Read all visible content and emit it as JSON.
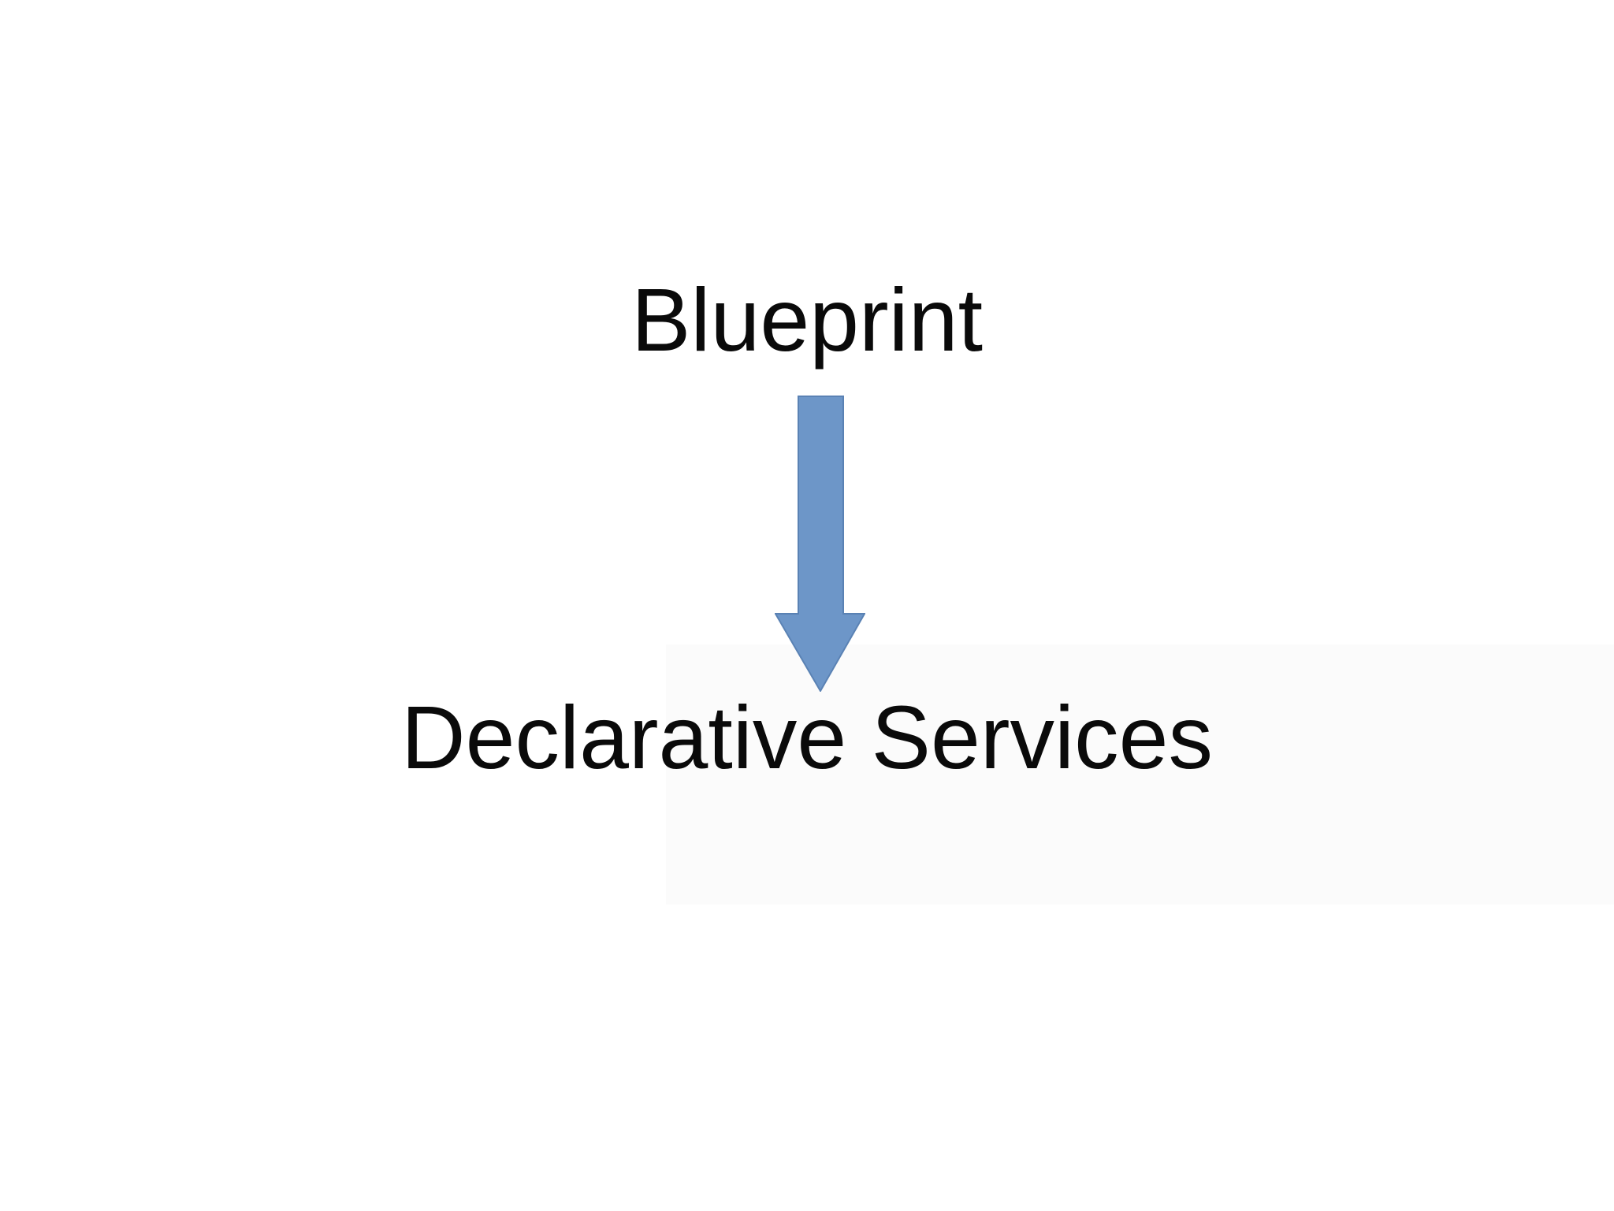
{
  "page": {
    "background_color": "#ffffff",
    "tint_color": "#fbfbfb",
    "text_color": "#0a0a0a"
  },
  "diagram": {
    "source_label": "Blueprint",
    "target_label": "Declarative Services",
    "arrow": {
      "direction": "down",
      "fill_color": "#6d96c8",
      "border_color": "#5a82b4"
    }
  }
}
